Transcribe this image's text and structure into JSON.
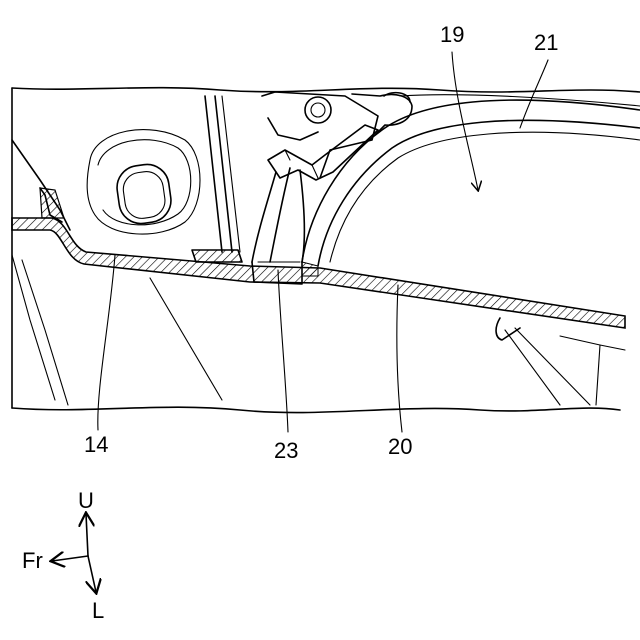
{
  "figure": {
    "labels": {
      "l19": "19",
      "l21": "21",
      "l14": "14",
      "l23": "23",
      "l20": "20"
    },
    "orientation": {
      "up": "U",
      "front": "Fr",
      "left": "L"
    }
  }
}
